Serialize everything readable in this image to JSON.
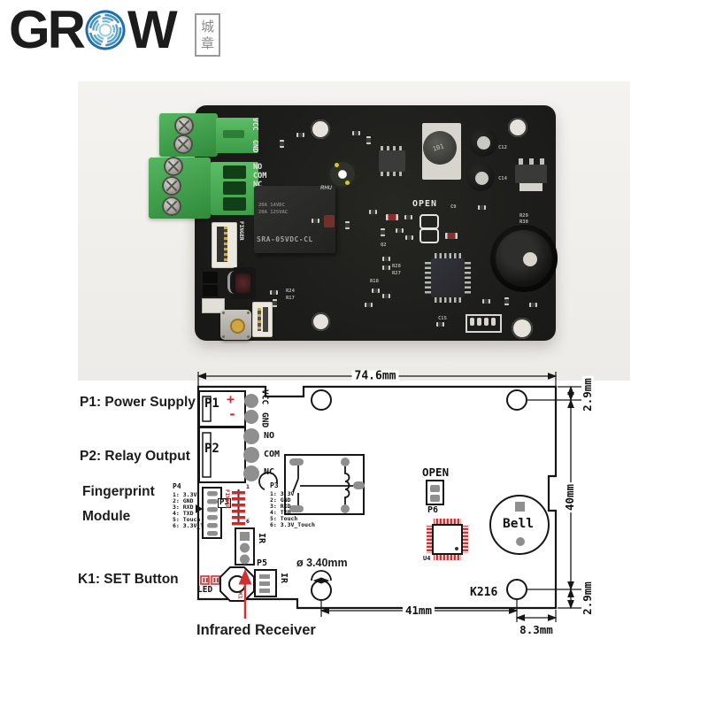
{
  "logo": {
    "part1": "GR",
    "part2": "W",
    "cn1": "城",
    "cn2": "章"
  },
  "colors": {
    "logo_blue": "#4a97c8",
    "diagram_red": "#cc2a2a",
    "pcb_green": "#3da04a",
    "pad_gray": "#8f8f8f"
  },
  "photo": {
    "silk": {
      "vcc": "VCC",
      "gnd": "GND",
      "no": "NO",
      "com": "COM",
      "nc": "NC",
      "open": "OPEN",
      "finger": "FINGER"
    },
    "inductor_label": "101",
    "relay": {
      "model": "SRA-05VDC-CL",
      "rating1": "20A 14VDC",
      "rating2": "20A 125VAC",
      "brand": "RHU"
    },
    "refs": {
      "c12": "C12",
      "c14": "C14",
      "c9": "C9",
      "c15": "C15",
      "r29": "R29",
      "r30": "R30",
      "r28": "R28",
      "r27": "R27",
      "r18": "R18",
      "r24": "R24",
      "r17": "R17",
      "q2": "Q2"
    }
  },
  "diagram": {
    "side_labels": {
      "p1": "P1: Power Supply",
      "p2": "P2: Relay Output",
      "fp1": "Fingerprint",
      "fp2": "Module",
      "k1": "K1: SET Button",
      "ir": "Infrared Receiver"
    },
    "dims": {
      "board_width": "74.6mm",
      "top_margin": "2.9mm",
      "hole_height": "40mm",
      "bottom_margin": "2.9mm",
      "hole_span": "41mm",
      "hole_right": "8.3mm",
      "hole_dia": "ø 3.40mm"
    },
    "model": "K216",
    "p1": "P1",
    "p2": "P2",
    "p3": "P3",
    "p4": "P4",
    "p5": "P5",
    "p6": "P6",
    "u4": "U4",
    "vcc": "VCC",
    "gnd": "GND",
    "no": "NO",
    "com": "COM",
    "nc": "NC",
    "plus": "+",
    "minus": "-",
    "open": "OPEN",
    "bell": "Bell",
    "ir": "IR",
    "led": "LED",
    "k1": "K1",
    "finger": "FINGER",
    "pin1": "1",
    "pin6": "6",
    "p4_pins": [
      "1: 3.3V",
      "2: GND",
      "3: RXD",
      "4: TXD",
      "5: Touch",
      "6: 3.3V_T"
    ],
    "p3_pins": [
      "1: 3.3V",
      "2: GND",
      "3: RXD",
      "4: TXD",
      "5: Touch",
      "6: 3.3V_Touch"
    ]
  }
}
